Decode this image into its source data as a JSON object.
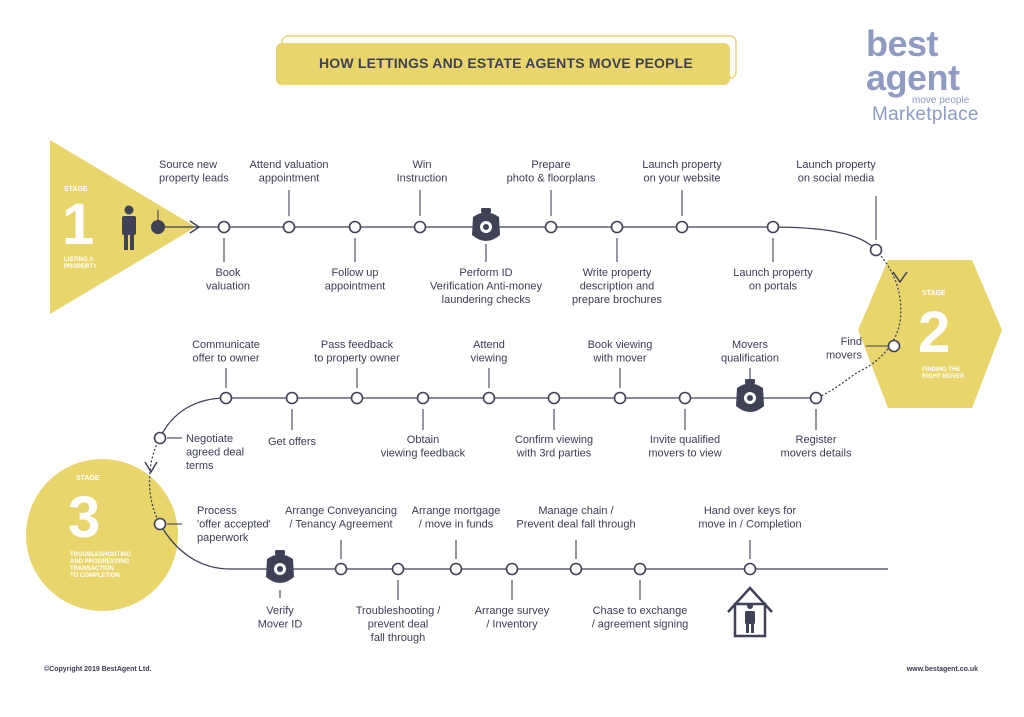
{
  "title": "HOW LETTINGS AND ESTATE AGENTS MOVE PEOPLE",
  "logo": {
    "best": "best",
    "agent": "agent",
    "tagline": "move people",
    "marketplace": "Marketplace"
  },
  "colors": {
    "yellow": "#e8d56b",
    "navy": "#3f4156",
    "logo_blue": "#8f9bc2"
  },
  "stages": [
    {
      "label": "STAGE",
      "number": "1",
      "caption": [
        "LISTING A",
        "PROPERTY"
      ]
    },
    {
      "label": "STAGE",
      "number": "2",
      "caption": [
        "FINDING THE",
        "RIGHT MOVER"
      ]
    },
    {
      "label": "STAGE",
      "number": "3",
      "caption": [
        "TROUBLESHOOTING",
        "AND PROGRESSING",
        "TRANSACTION",
        "TO COMPLETION"
      ]
    }
  ],
  "steps": [
    {
      "name": "step-source-leads",
      "lines": [
        "Source new",
        "property leads"
      ]
    },
    {
      "name": "step-attend-valuation",
      "lines": [
        "Attend valuation",
        "appointment"
      ]
    },
    {
      "name": "step-book-valuation",
      "lines": [
        "Book",
        "valuation"
      ]
    },
    {
      "name": "step-follow-up",
      "lines": [
        "Follow up",
        "appointment"
      ]
    },
    {
      "name": "step-win-instruction",
      "lines": [
        "Win",
        "Instruction"
      ]
    },
    {
      "name": "step-perform-id",
      "lines": [
        "Perform ID",
        "Verification Anti-money",
        "laundering checks"
      ]
    },
    {
      "name": "step-prepare-photo",
      "lines": [
        "Prepare",
        "photo & floorplans"
      ]
    },
    {
      "name": "step-write-description",
      "lines": [
        "Write property",
        "description and",
        "prepare brochures"
      ]
    },
    {
      "name": "step-launch-website",
      "lines": [
        "Launch property",
        "on your website"
      ]
    },
    {
      "name": "step-launch-portals",
      "lines": [
        "Launch property",
        "on portals"
      ]
    },
    {
      "name": "step-launch-social",
      "lines": [
        "Launch property",
        "on social media"
      ]
    },
    {
      "name": "step-find-movers",
      "lines": [
        "Find",
        "movers"
      ]
    },
    {
      "name": "step-movers-qualification",
      "lines": [
        "Movers",
        "qualification"
      ]
    },
    {
      "name": "step-register-movers",
      "lines": [
        "Register",
        "movers details"
      ]
    },
    {
      "name": "step-book-viewing",
      "lines": [
        "Book viewing",
        "with mover"
      ]
    },
    {
      "name": "step-invite-qualified",
      "lines": [
        "Invite qualified",
        "movers to view"
      ]
    },
    {
      "name": "step-confirm-viewing",
      "lines": [
        "Confirm viewing",
        "with 3rd parties"
      ]
    },
    {
      "name": "step-attend-viewing",
      "lines": [
        "Attend",
        "viewing"
      ]
    },
    {
      "name": "step-obtain-feedback",
      "lines": [
        "Obtain",
        "viewing feedback"
      ]
    },
    {
      "name": "step-pass-feedback",
      "lines": [
        "Pass feedback",
        "to property owner"
      ]
    },
    {
      "name": "step-get-offers",
      "lines": [
        "Get offers"
      ]
    },
    {
      "name": "step-communicate-offer",
      "lines": [
        "Communicate",
        "offer to owner"
      ]
    },
    {
      "name": "step-negotiate",
      "lines": [
        "Negotiate",
        "agreed deal",
        "terms"
      ]
    },
    {
      "name": "step-process-offer",
      "lines": [
        "Process",
        "'offer accepted'",
        "paperwork"
      ]
    },
    {
      "name": "step-verify-mover",
      "lines": [
        "Verify",
        "Mover ID"
      ]
    },
    {
      "name": "step-arrange-conveyancing",
      "lines": [
        "Arrange Conveyancing",
        "/ Tenancy Agreement"
      ]
    },
    {
      "name": "step-troubleshooting",
      "lines": [
        "Troubleshooting /",
        "prevent deal",
        "fall through"
      ]
    },
    {
      "name": "step-arrange-mortgage",
      "lines": [
        "Arrange mortgage",
        "/ move in funds"
      ]
    },
    {
      "name": "step-arrange-survey",
      "lines": [
        "Arrange survey",
        "/ Inventory"
      ]
    },
    {
      "name": "step-manage-chain",
      "lines": [
        "Manage chain /",
        "Prevent deal fall through"
      ]
    },
    {
      "name": "step-chase-exchange",
      "lines": [
        "Chase to exchange",
        "/ agreement signing"
      ]
    },
    {
      "name": "step-hand-over-keys",
      "lines": [
        "Hand over keys for",
        "move in / Completion"
      ]
    }
  ],
  "footer": {
    "copyright": "©Copyright 2019 BestAgent Ltd.",
    "website": "www.bestagent.co.uk"
  }
}
